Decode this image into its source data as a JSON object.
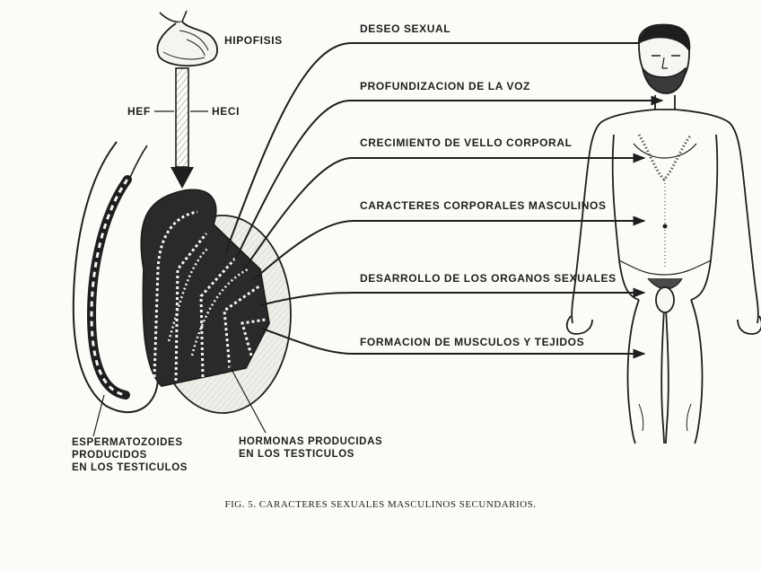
{
  "labels": {
    "hypophysis": "HIPOFISIS",
    "hef": "HEF",
    "heci": "HECI",
    "effects": [
      "DESEO SEXUAL",
      "PROFUNDIZACION DE LA VOZ",
      "CRECIMIENTO DE VELLO CORPORAL",
      "CARACTERES CORPORALES MASCULINOS",
      "DESARROLLO DE LOS ORGANOS SEXUALES",
      "FORMACION DE MUSCULOS Y TEJIDOS"
    ],
    "sperm": [
      "ESPERMATOZOIDES",
      "PRODUCIDOS",
      "EN LOS TESTICULOS"
    ],
    "hormones": [
      "HORMONAS PRODUCIDAS",
      "EN LOS TESTICULOS"
    ]
  },
  "caption": "FIG. 5. CARACTERES SEXUALES MASCULINOS SECUNDARIOS.",
  "colors": {
    "ink": "#1e1e1e",
    "paper": "#fbfbf8",
    "shade": "#cfcfca"
  }
}
